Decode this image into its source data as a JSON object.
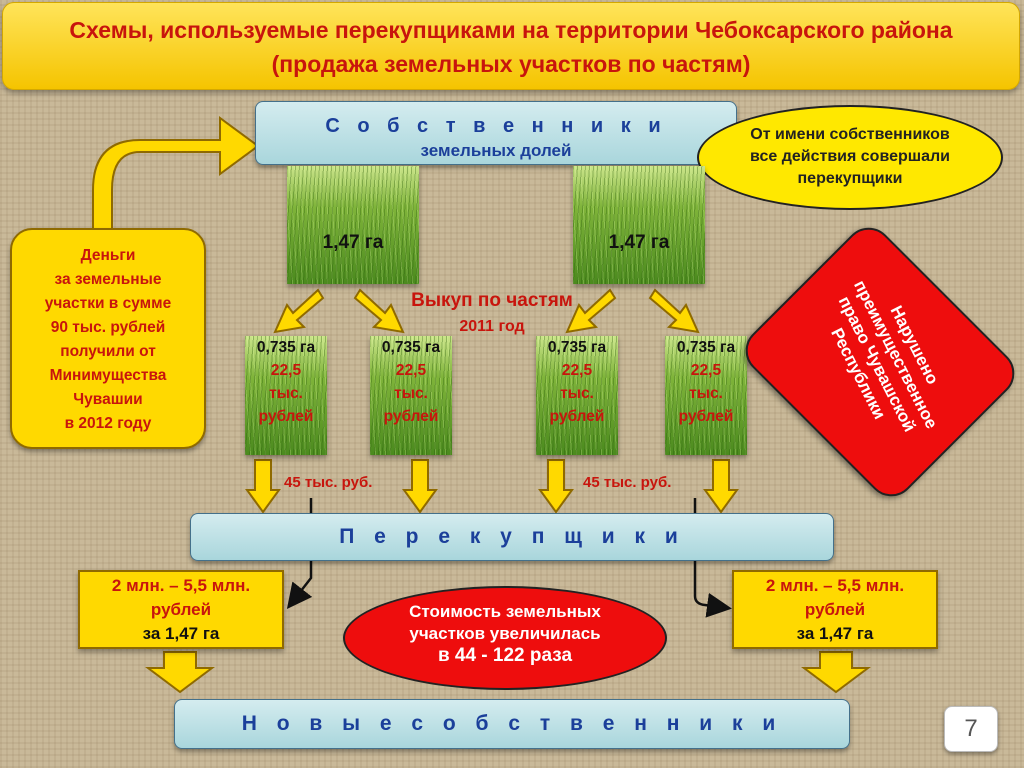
{
  "title": {
    "line1": "Схемы, используемые перекупщиками на территории Чебоксарского района",
    "line2": "(продажа земельных участков по частям)"
  },
  "owners": {
    "line1": "С о б с т в е н н и к и",
    "line2": "земельных долей"
  },
  "note": {
    "line1": "От имени собственников",
    "line2": "все действия совершали",
    "line3": "перекупщики"
  },
  "money": {
    "lines": [
      "Деньги",
      "за  земельные",
      "участки в сумме",
      "90 тыс. рублей",
      "получили от",
      "Минимущества",
      "Чувашии",
      "в 2012 году"
    ]
  },
  "plots_big": [
    {
      "area": "1,47 га"
    },
    {
      "area": "1,47 га"
    }
  ],
  "buyout": {
    "label": "Выкуп по частям",
    "year": "2011 год"
  },
  "plots_small": [
    {
      "area": "0,735 га",
      "price1": "22,5",
      "price2": "тыс.",
      "price3": "рублей"
    },
    {
      "area": "0,735 га",
      "price1": "22,5",
      "price2": "тыс.",
      "price3": "рублей"
    },
    {
      "area": "0,735 га",
      "price1": "22,5",
      "price2": "тыс.",
      "price3": "рублей"
    },
    {
      "area": "0,735 га",
      "price1": "22,5",
      "price2": "тыс.",
      "price3": "рублей"
    }
  ],
  "violation": {
    "line1": "Нарушено",
    "line2": "преимущественное",
    "line3": "право Чувашской",
    "line4": "Республики"
  },
  "sums": [
    "45 тыс. руб.",
    "45 тыс. руб."
  ],
  "resellers": "П е р е к у п щ и к и",
  "price_boxes": [
    {
      "line1": "2 млн. – 5,5 млн.",
      "line2": "рублей",
      "line3": "за 1,47 га"
    },
    {
      "line1": "2 млн. – 5,5 млн.",
      "line2": "рублей",
      "line3": "за 1,47 га"
    }
  ],
  "increase": {
    "line1": "Стоимость земельных",
    "line2": "участков увеличилась",
    "line3": "в 44 - 122 раза"
  },
  "new_owners": "Н о в ы е     с о б с т в е н н и к и",
  "page_number": "7",
  "colors": {
    "red_text": "#c8150d",
    "blue_text": "#1b3f9a",
    "yellow": "#ffd900",
    "red_shape": "#ee0d0d"
  }
}
